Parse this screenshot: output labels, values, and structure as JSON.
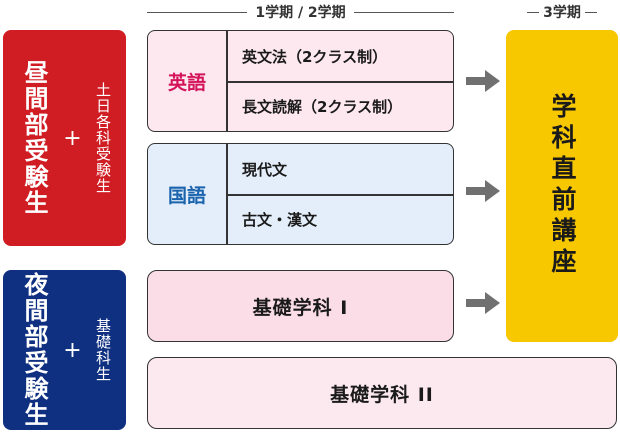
{
  "headers": {
    "term12": "1学期 / 2学期",
    "term3": "3学期"
  },
  "categories": {
    "day": {
      "main": "昼間部受験生",
      "plus": "+",
      "sub": "土日各科受験生"
    },
    "night": {
      "main": "夜間部受験生",
      "plus": "+",
      "sub": "基礎科生"
    }
  },
  "groups": {
    "english": {
      "label": "英語",
      "items": [
        "英文法（2クラス制）",
        "長文読解（2クラス制）"
      ]
    },
    "japanese": {
      "label": "国語",
      "items": [
        "現代文",
        "古文・漢文"
      ]
    }
  },
  "basic": {
    "one": "基礎学科 I",
    "two": "基礎学科 II"
  },
  "term3_box": "学科直前講座",
  "colors": {
    "day": "#d01c23",
    "night": "#0f2f80",
    "english_label": "#d4145a",
    "japanese_label": "#1b64ad",
    "term3": "#f7c700",
    "arrow": "#707070"
  }
}
